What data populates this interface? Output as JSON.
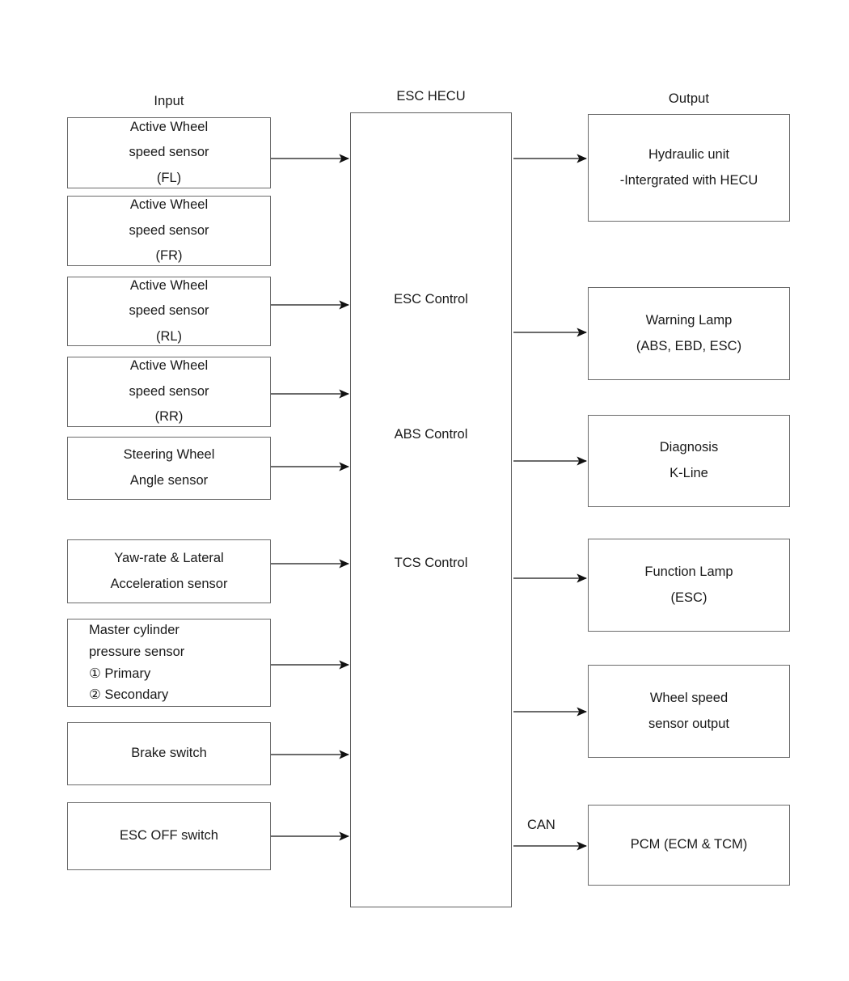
{
  "diagram": {
    "columns": {
      "input_title": "Input",
      "center_title": "ESC HECU",
      "output_title": "Output"
    },
    "inputs": [
      {
        "id": "ws-fl",
        "lines": [
          "Active Wheel",
          "speed sensor",
          "(FL)"
        ]
      },
      {
        "id": "ws-fr",
        "lines": [
          "Active Wheel",
          "speed sensor",
          "(FR)"
        ]
      },
      {
        "id": "ws-rl",
        "lines": [
          "Active Wheel",
          "speed sensor",
          "(RL)"
        ]
      },
      {
        "id": "ws-rr",
        "lines": [
          "Active Wheel",
          "speed sensor",
          "(RR)"
        ]
      },
      {
        "id": "steering-angle",
        "lines": [
          "Steering Wheel",
          "Angle sensor"
        ]
      },
      {
        "id": "yaw-lateral",
        "lines": [
          "Yaw-rate & Lateral",
          "Acceleration sensor"
        ]
      },
      {
        "id": "master-cylinder-pressure",
        "lines": [
          "Master cylinder",
          "pressure sensor",
          "① Primary",
          "② Secondary"
        ]
      },
      {
        "id": "brake-switch",
        "lines": [
          "Brake switch"
        ]
      },
      {
        "id": "esc-off-switch",
        "lines": [
          "ESC OFF switch"
        ]
      }
    ],
    "hecu_functions": [
      {
        "id": "esc-control",
        "label": "ESC Control"
      },
      {
        "id": "abs-control",
        "label": "ABS Control"
      },
      {
        "id": "tcs-control",
        "label": "TCS Control"
      }
    ],
    "outputs": [
      {
        "id": "hydraulic-unit",
        "lines": [
          "Hydraulic unit",
          "-Intergrated with HECU"
        ]
      },
      {
        "id": "warning-lamp",
        "lines": [
          "Warning Lamp",
          "(ABS, EBD, ESC)"
        ]
      },
      {
        "id": "diagnosis",
        "lines": [
          "Diagnosis",
          "K-Line"
        ]
      },
      {
        "id": "function-lamp",
        "lines": [
          "Function Lamp",
          "(ESC)"
        ]
      },
      {
        "id": "wheel-speed-output",
        "lines": [
          "Wheel speed",
          "sensor output"
        ]
      },
      {
        "id": "pcm",
        "lines": [
          "PCM (ECM & TCM)"
        ]
      }
    ],
    "edge_labels": {
      "can": "CAN"
    },
    "colors": {
      "box_border": "#6b6b6b",
      "wire": "#333333",
      "text": "#1a1a1a",
      "background": "#ffffff"
    }
  }
}
